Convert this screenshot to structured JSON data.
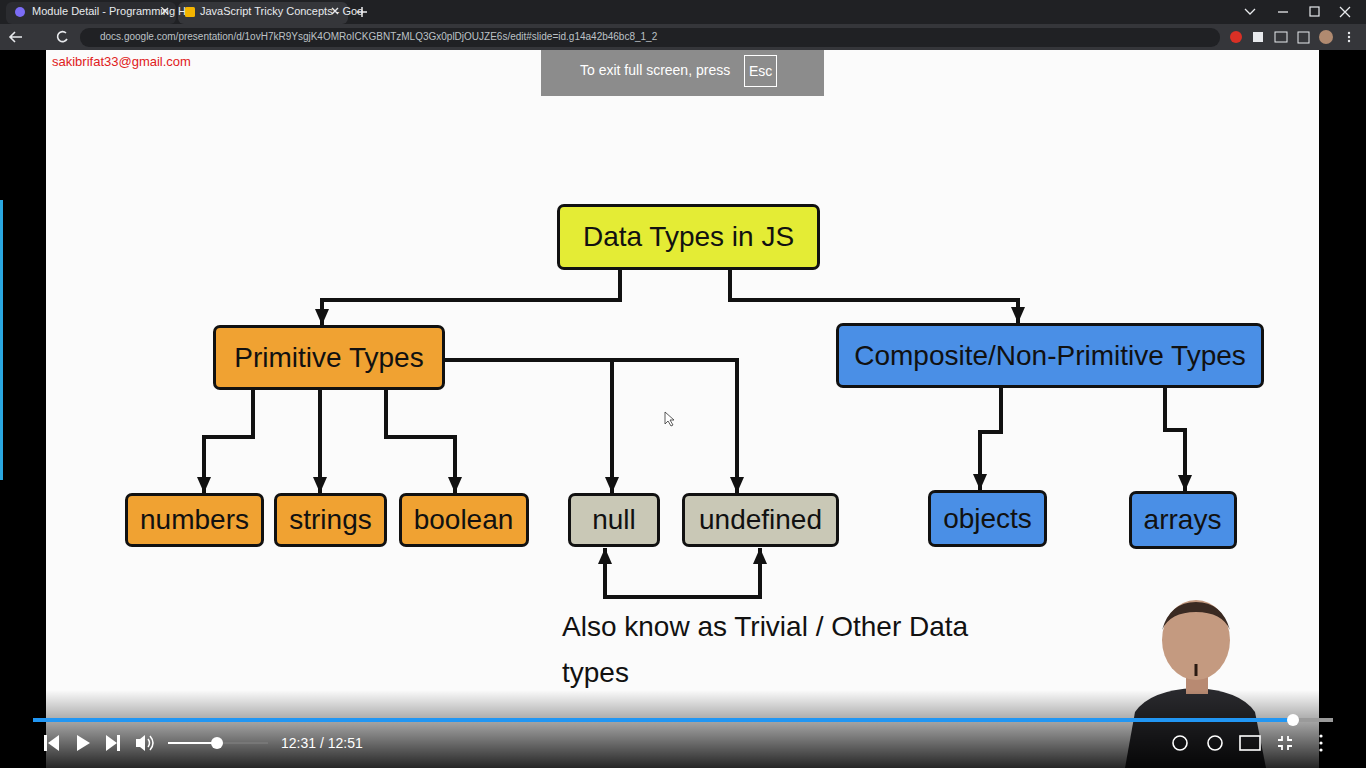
{
  "diagram": {
    "nodes": [
      {
        "text": [
          "Data Types in JS"
        ]
      },
      {
        "text": [
          "Primitive Types"
        ]
      },
      {
        "text": [
          "Composite/Non-Primitive Types"
        ]
      },
      {
        "text": [
          "numbers"
        ]
      },
      {
        "text": [
          "strings"
        ]
      },
      {
        "text": [
          "boolean"
        ]
      },
      {
        "text": [
          "null"
        ]
      },
      {
        "text": [
          "undefined"
        ]
      },
      {
        "text": [
          "objects"
        ]
      },
      {
        "text": [
          "arrays"
        ]
      }
    ],
    "edges": [
      {
        "from": 0,
        "to": 1,
        "arrow": "to"
      },
      {
        "from": 0,
        "to": 2,
        "arrow": "to"
      },
      {
        "from": 1,
        "to": 3,
        "arrow": "to"
      },
      {
        "from": 1,
        "to": 4,
        "arrow": "to"
      },
      {
        "from": 1,
        "to": 5,
        "arrow": "to"
      },
      {
        "from": 1,
        "to": 6,
        "arrow": "to"
      },
      {
        "from": 1,
        "to": 7,
        "arrow": "to"
      },
      {
        "from": 2,
        "to": 8,
        "arrow": "to"
      },
      {
        "from": 2,
        "to": 9,
        "arrow": "to"
      }
    ],
    "labels": [
      "Module Detail - Programming H",
      "JavaScript Tricky Concepts - Goo",
      "docs.google.com/presentation/d/1ovH7kR9YsgjK4OMRoICKGBNTzMLQ3Gx0plDjOUJZE6s/edit#slide=id.g14a42b46bc8_1_2",
      "sakibrifat33@gmail.com",
      "To exit full screen, press",
      "Esc",
      "Also know as Trivial / Other Data types",
      "12:31 / 12:51"
    ]
  }
}
